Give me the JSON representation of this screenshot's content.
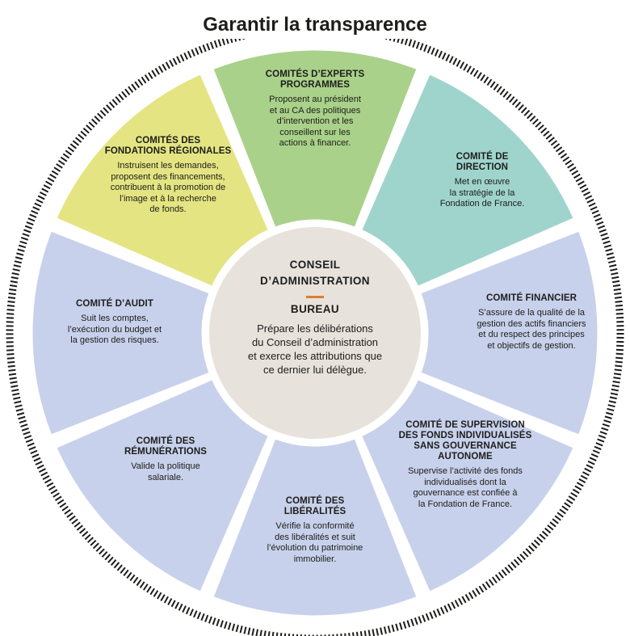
{
  "title": "Garantir la transparence",
  "colors": {
    "yellow": "#e4e582",
    "green": "#a9d18a",
    "teal": "#9fd4cc",
    "blue": "#c8d1eb",
    "center": "#e8e2dc",
    "accent": "#e07a2e",
    "ring": "#1d1d1b"
  },
  "center": {
    "title": "CONSEIL\nD’ADMINISTRATION",
    "subtitle": "BUREAU",
    "description": "Prépare les délibérations\ndu Conseil d’administration\net exerce les attributions que\nce dernier lui délègue."
  },
  "segments": [
    {
      "title": "COMITÉS D’EXPERTS\nPROGRAMMES",
      "description": "Proposent au président\net au CA des politiques\nd’intervention et les\nconseillent sur les\nactions à financer.",
      "color": "#a9d18a"
    },
    {
      "title": "COMITÉ DE\nDIRECTION",
      "description": "Met en œuvre\nla stratégie de la\nFondation de France.",
      "color": "#9fd4cc"
    },
    {
      "title": "COMITÉ FINANCIER",
      "description": "S’assure de la qualité de la\ngestion des actifs financiers\net du respect des principes\net objectifs de gestion.",
      "color": "#c8d1eb"
    },
    {
      "title": "COMITÉ DE SUPERVISION\nDES FONDS INDIVIDUALISÉS\nSANS GOUVERNANCE\nAUTONOME",
      "description": "Supervise l’activité des fonds\nindividualisés dont la\ngouvernance est confiée à\nla Fondation de France.",
      "color": "#c8d1eb"
    },
    {
      "title": "COMITÉ DES\nLIBÉRALITÉS",
      "description": "Vérifie la conformité\ndes libéralités et suit\nl’évolution du patrimoine\nimmobilier.",
      "color": "#c8d1eb"
    },
    {
      "title": "COMITÉ DES\nRÉMUNÉRATIONS",
      "description": "Valide la politique\nsalariale.",
      "color": "#c8d1eb"
    },
    {
      "title": "COMITÉ D’AUDIT",
      "description": "Suit les comptes,\nl’exécution du budget et\nla gestion des risques.",
      "color": "#c8d1eb"
    },
    {
      "title": "COMITÉS DES\nFONDATIONS RÉGIONALES",
      "description": "Instruisent les demandes,\nproposent des financements,\ncontribuent à la promotion de\nl’image et à la recherche\nde fonds.",
      "color": "#e4e582"
    }
  ]
}
